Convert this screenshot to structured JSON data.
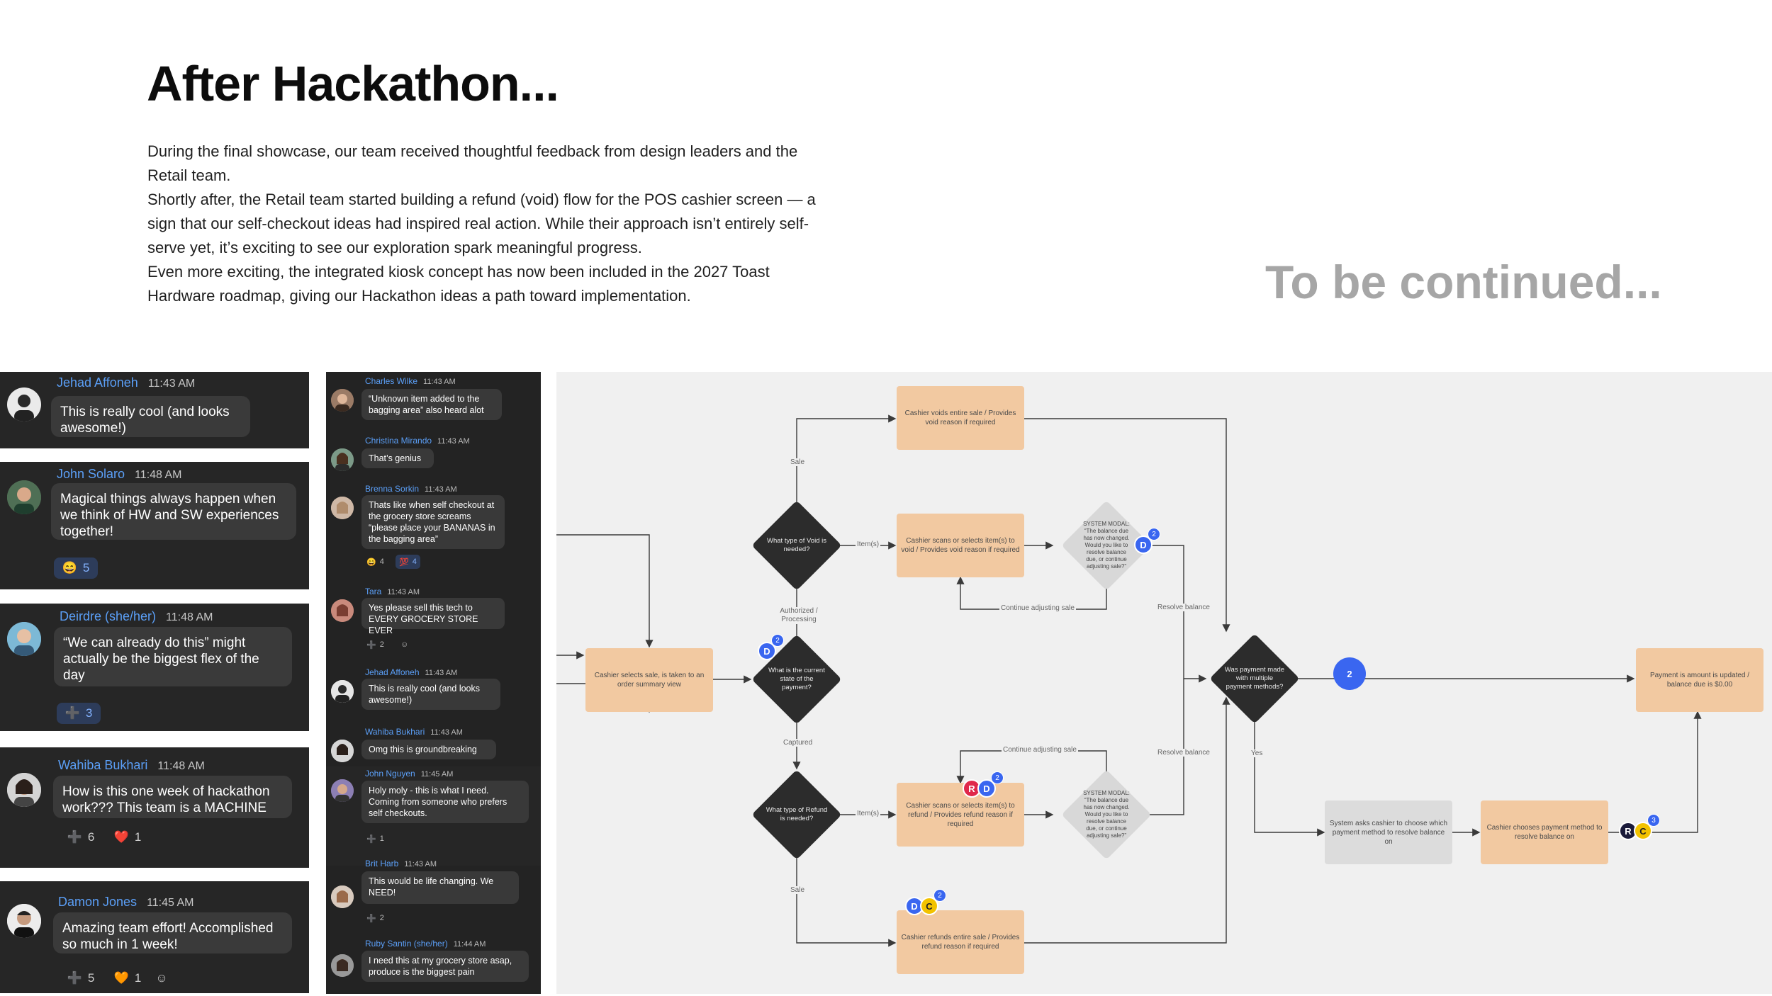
{
  "header": {
    "title": "After Hackathon...",
    "paragraphs": [
      "During the final showcase, our team received thoughtful feedback from design leaders and the Retail team.",
      "Shortly after, the Retail team started building a refund (void) flow for the POS cashier screen — a sign that our self-checkout ideas had inspired real action. While their approach isn’t entirely self-serve yet, it’s exciting to see our exploration spark meaningful progress.",
      "Even more exciting, the integrated kiosk concept has now been included in the 2027 Toast Hardware roadmap, giving our Hackathon ideas a path toward implementation."
    ],
    "continued": "To be continued..."
  },
  "left_chat": [
    {
      "name": "Jehad Affoneh",
      "time": "11:43 AM",
      "text": "This is really cool (and looks awesome!)"
    },
    {
      "name": "John Solaro",
      "time": "11:48 AM",
      "text": "Magical things always happen when we think of HW and SW experiences together!",
      "reactions": [
        {
          "icon": "😄",
          "count": "5"
        }
      ]
    },
    {
      "name": "Deirdre (she/her)",
      "time": "11:48 AM",
      "text": "“We can already do this” might actually be the biggest flex of the day",
      "reactions": [
        {
          "icon": "➕",
          "count": "3"
        }
      ]
    },
    {
      "name": "Wahiba Bukhari",
      "time": "11:48 AM",
      "text": "How is this one week of hackathon work??? This team is a MACHINE",
      "reactions": [
        {
          "icon": "➕",
          "count": "6"
        },
        {
          "icon": "❤️",
          "count": "1"
        }
      ]
    },
    {
      "name": "Damon Jones",
      "time": "11:45 AM",
      "text": "Amazing team effort! Accomplished so much in 1 week!",
      "reactions": [
        {
          "icon": "➕",
          "count": "5"
        },
        {
          "icon": "🧡",
          "count": "1"
        }
      ]
    }
  ],
  "mid_chat": [
    {
      "name": "Charles Wilke",
      "time": "11:43 AM",
      "text": "“Unknown item added to the bagging area” also heard alot"
    },
    {
      "name": "Christina Mirando",
      "time": "11:43 AM",
      "text": "That’s genius"
    },
    {
      "name": "Brenna Sorkin",
      "time": "11:43 AM",
      "text": "Thats like when self checkout at the grocery store screams “please place your BANANAS in the bagging area”",
      "reactions": [
        {
          "icon": "😄",
          "count": "4"
        },
        {
          "icon": "💯",
          "count": "4"
        }
      ]
    },
    {
      "name": "Tara",
      "time": "11:43 AM",
      "text": "Yes please sell this tech to EVERY GROCERY STORE EVER",
      "reactions": [
        {
          "icon": "➕",
          "count": "2"
        }
      ]
    },
    {
      "name": "Jehad Affoneh",
      "time": "11:43 AM",
      "text": "This is really cool (and looks awesome!)"
    },
    {
      "name": "Wahiba Bukhari",
      "time": "11:43 AM",
      "text": "Omg this is groundbreaking"
    },
    {
      "name": "John Nguyen",
      "time": "11:45 AM",
      "text": "Holy moly - this is what I need. Coming from someone who prefers self checkouts.",
      "reactions": [
        {
          "icon": "➕",
          "count": "1"
        }
      ]
    },
    {
      "name": "Brit Harb",
      "time": "11:43 AM",
      "text": "This would be life changing. We NEED!",
      "reactions": [
        {
          "icon": "➕",
          "count": "2"
        }
      ]
    },
    {
      "name": "Ruby Santin (she/her)",
      "time": "11:44 AM",
      "text": "I need this at my grocery store asap, produce is the biggest pain"
    }
  ],
  "flow": {
    "start": "Cashier selects sale, is taken to an order summary view",
    "state_q": "What is the current state of the payment?",
    "void_q": "What type of Void is needed?",
    "refund_q": "What type of Refund is needed?",
    "void_entire": "Cashier voids entire sale / Provides void reason if required",
    "void_items": "Cashier scans or selects item(s) to void / Provides void reason if required",
    "refund_items": "Cashier scans or selects item(s) to refund / Provides refund reason if required",
    "refund_entire": "Cashier refunds entire sale / Provides refund reason if required",
    "modal1": "SYSTEM MODAL: “The balance due has now changed. Would you like to resolve balance due, or continue adjusting sale?”",
    "modal2": "SYSTEM MODAL: “The balance due has now changed. Would you like to resolve balance due, or continue adjusting sale?”",
    "multi_q": "Was payment made with multiple payment methods?",
    "final": "Payment is amount is updated / balance due is $0.00",
    "ask_method": "System asks cashier to choose which payment method to resolve balance on",
    "choose_method": "Cashier chooses payment method to resolve balance on",
    "labels": {
      "sale1": "Sale",
      "items1": "Item(s)",
      "auth": "Authorized / Processing",
      "captured": "Captured",
      "items2": "Item(s)",
      "sale2": "Sale",
      "cont1": "Continue adjusting sale",
      "cont2": "Continue adjusting sale",
      "res1": "Resolve balance",
      "res2": "Resolve balance",
      "yes": "Yes"
    },
    "pins": {
      "p1": {
        "a": "D",
        "n": "2"
      },
      "p2": {
        "a": "D",
        "n": "2"
      },
      "p3": {
        "a": "2"
      },
      "p4": {
        "a": "R",
        "b": "D",
        "n": "2"
      },
      "p5": {
        "a": "D",
        "b": "C",
        "n": "2"
      },
      "p6": {
        "a": "R",
        "b": "C",
        "n": "3"
      }
    }
  }
}
